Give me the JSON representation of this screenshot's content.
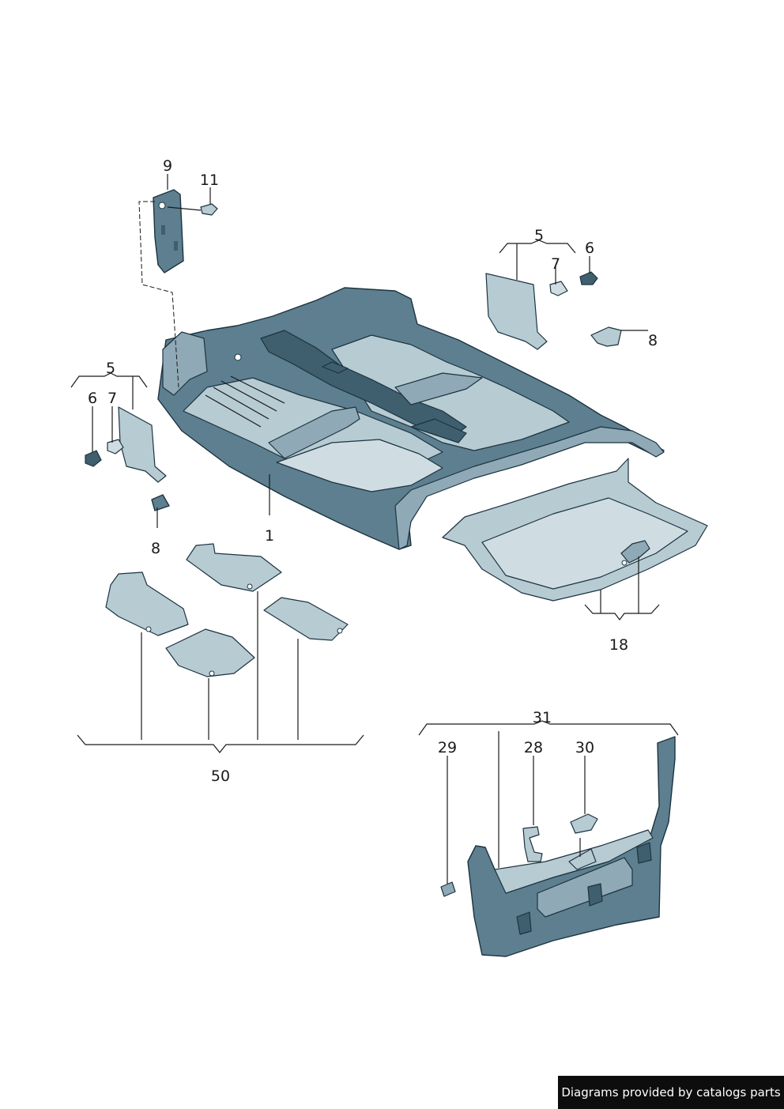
{
  "labels": {
    "p1": "1",
    "p5a": "5",
    "p5b": "5",
    "p6a": "6",
    "p6b": "6",
    "p7a": "7",
    "p7b": "7",
    "p8a": "8",
    "p8b": "8",
    "p9": "9",
    "p11": "11",
    "p18": "18",
    "p28": "28",
    "p29": "29",
    "p30": "30",
    "p31": "31",
    "p50": "50"
  },
  "footer": {
    "text": "Diagrams provided by catalogs parts"
  },
  "colors": {
    "part_dark": "#5d7f8f",
    "part_light": "#b7cbd3",
    "outline": "#1c3340"
  }
}
